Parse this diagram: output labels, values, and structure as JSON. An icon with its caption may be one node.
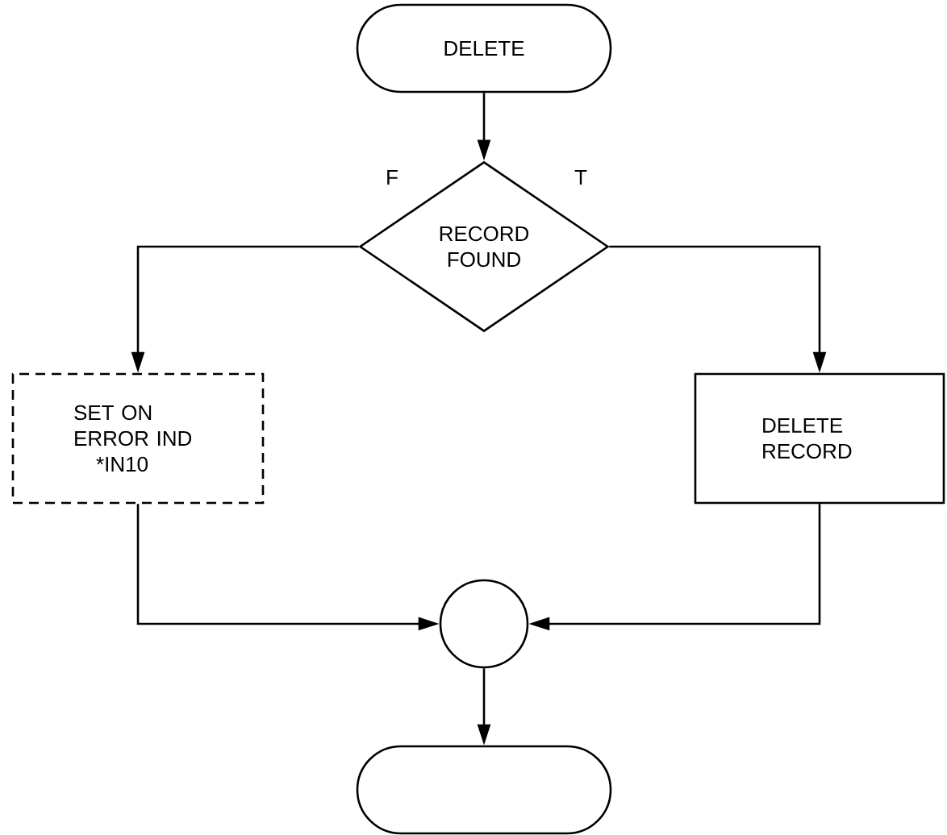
{
  "diagram": {
    "nodes": [
      {
        "text": [
          "DELETE"
        ]
      },
      {
        "text": [
          "RECORD FOUND"
        ]
      },
      {
        "text": [
          "SET ON ERROR IND",
          "*IN10"
        ]
      },
      {
        "text": [
          "DELETE RECORD"
        ]
      },
      {
        "text": [],
        "shape": "circle"
      },
      {
        "text": [],
        "shape": "box"
      }
    ],
    "edges": [
      {
        "from": 0,
        "to": 1,
        "arrow": "to"
      },
      {
        "from": 1,
        "to": 2,
        "arrow": "to",
        "label": "F"
      },
      {
        "from": 1,
        "to": 3,
        "arrow": "to",
        "label": "T"
      },
      {
        "from": 2,
        "to": 4,
        "arrow": "to"
      },
      {
        "from": 3,
        "to": 4,
        "arrow": "to"
      },
      {
        "from": 4,
        "to": 5,
        "arrow": "to"
      }
    ]
  }
}
